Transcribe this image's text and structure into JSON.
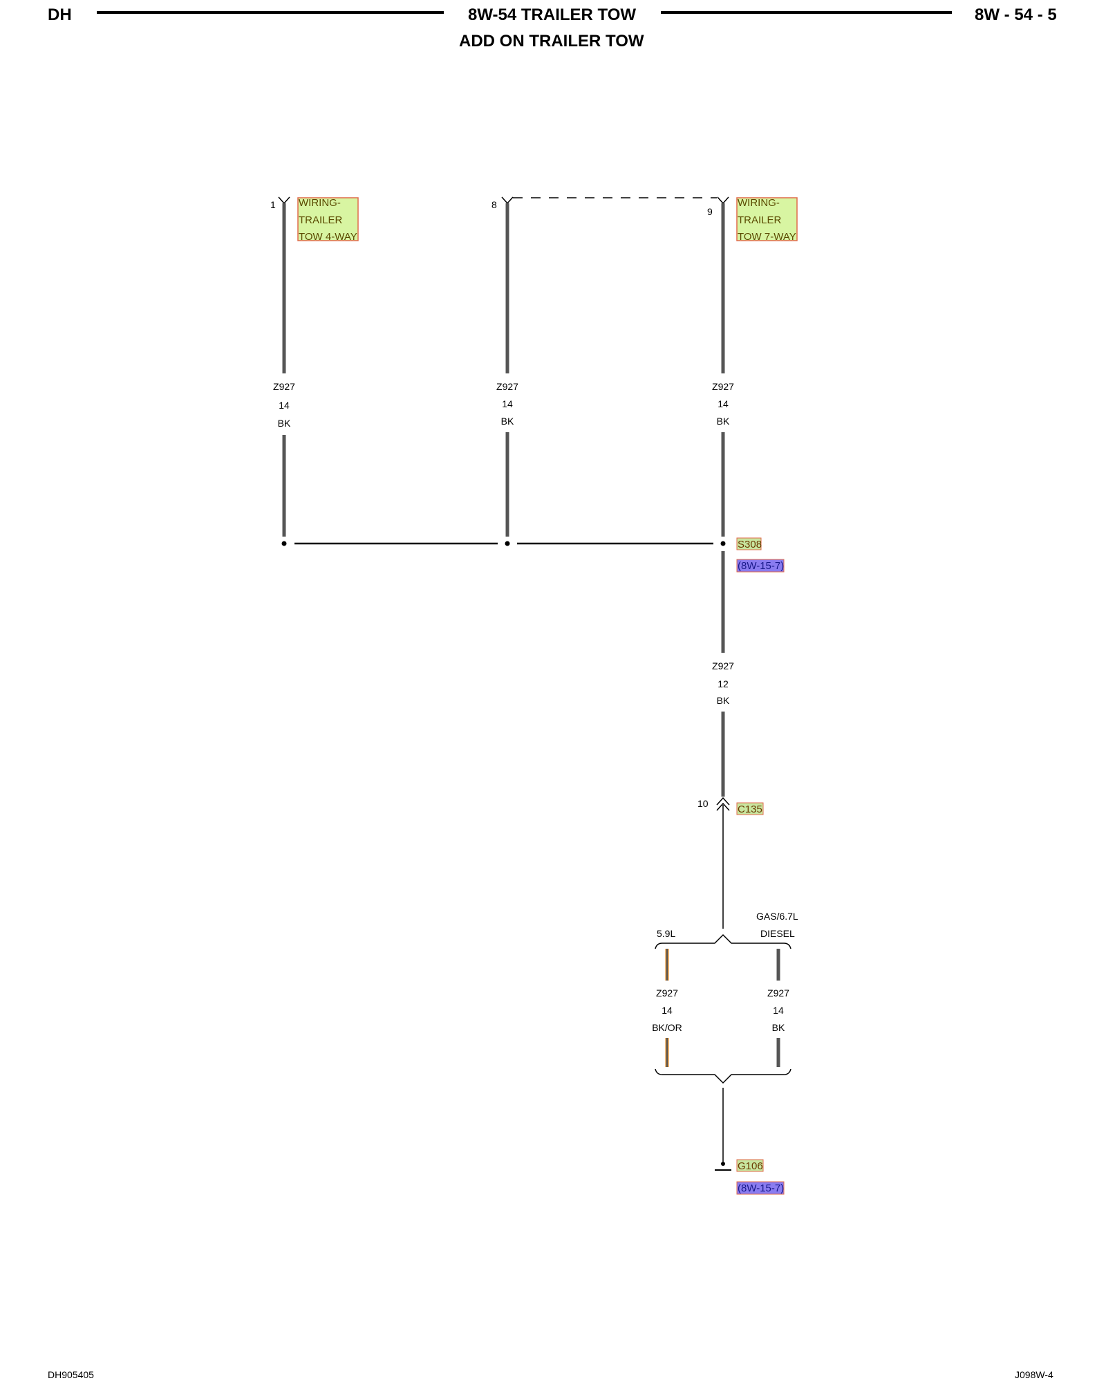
{
  "header": {
    "left": "DH",
    "title": "8W-54 TRAILER TOW",
    "subtitle": "ADD ON TRAILER TOW",
    "page": "8W - 54 - 5"
  },
  "footer": {
    "left": "DH905405",
    "right": "J098W-4"
  },
  "connectors": {
    "four_way": {
      "pin": "1",
      "name": [
        "WIRING-",
        "TRAILER",
        "TOW 4-WAY"
      ]
    },
    "seven_way_pin8": {
      "pin": "8"
    },
    "seven_way": {
      "pin": "9",
      "name": [
        "WIRING-",
        "TRAILER",
        "TOW 7-WAY"
      ]
    },
    "c135": {
      "pin": "10",
      "name": "C135"
    }
  },
  "wires": {
    "w1": {
      "circuit": "Z927",
      "gauge": "14",
      "color": "BK"
    },
    "w2": {
      "circuit": "Z927",
      "gauge": "14",
      "color": "BK"
    },
    "w3": {
      "circuit": "Z927",
      "gauge": "14",
      "color": "BK"
    },
    "w4": {
      "circuit": "Z927",
      "gauge": "12",
      "color": "BK"
    },
    "w5": {
      "circuit": "Z927",
      "gauge": "14",
      "color": "BK/OR"
    },
    "w6": {
      "circuit": "Z927",
      "gauge": "14",
      "color": "BK"
    }
  },
  "splice": {
    "name": "S308",
    "ref": "(8W-15-7)"
  },
  "options": {
    "left": "5.9L",
    "right_line1": "GAS/6.7L",
    "right_line2": "DIESEL"
  },
  "ground": {
    "name": "G106",
    "ref": "(8W-15-7)"
  },
  "colors": {
    "wire": "#555555",
    "orange_tracer": "#d4862a",
    "component_fill": "#d8f5a2",
    "component_border": "#e06a4a",
    "ref_highlight": "#8a7cf0",
    "splice_highlight": "#c8e6a0"
  }
}
